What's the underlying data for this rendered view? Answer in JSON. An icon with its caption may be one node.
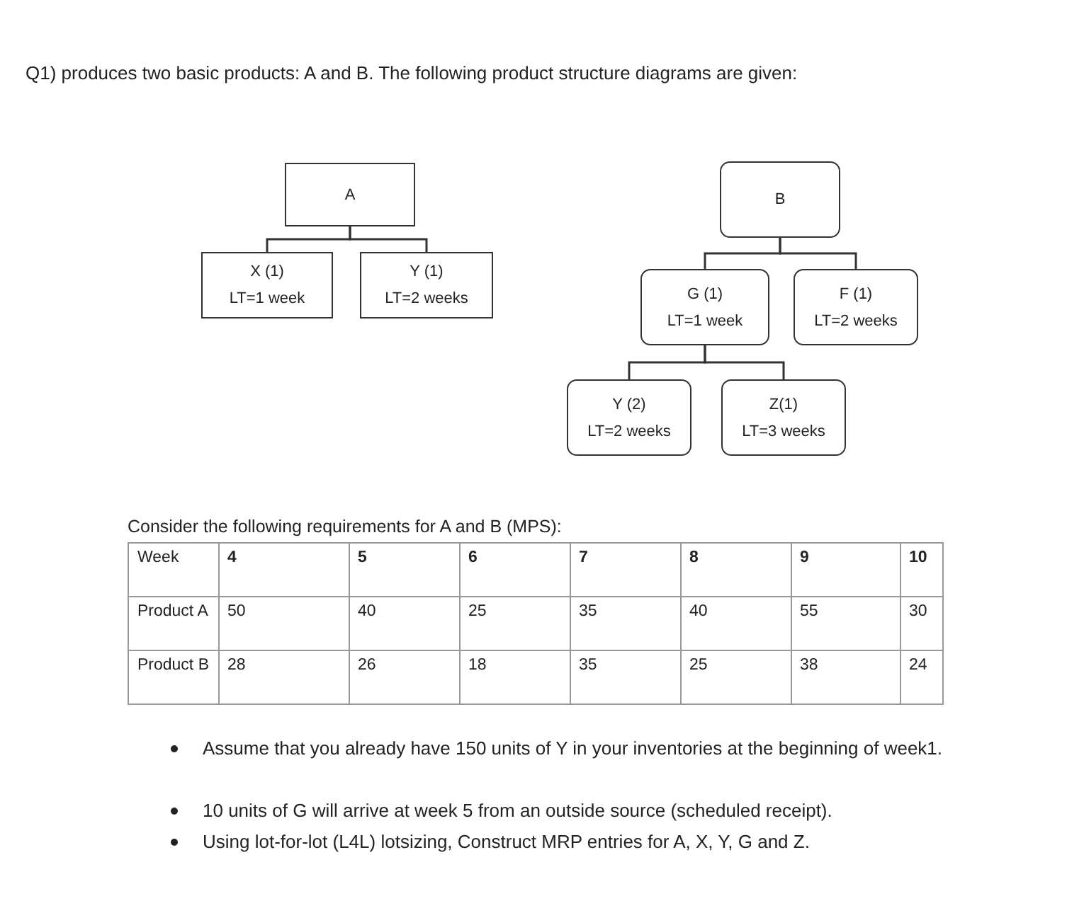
{
  "diagram": {
    "nodes": [
      {
        "text": [
          "A"
        ]
      },
      {
        "text": [
          "X (1)",
          "LT=1 week"
        ]
      },
      {
        "text": [
          "Y (1)",
          "LT=2 weeks"
        ]
      },
      {
        "text": [
          "B"
        ]
      },
      {
        "text": [
          "G (1)",
          "LT=1 week"
        ]
      },
      {
        "text": [
          "F (1)",
          "LT=2 weeks"
        ]
      },
      {
        "text": [
          "Y (2)",
          "LT=2 weeks"
        ]
      },
      {
        "text": [
          "Z(1)",
          "LT=3 weeks"
        ]
      }
    ],
    "edges": [
      {
        "from": 0,
        "to": 1,
        "arrow": "none"
      },
      {
        "from": 0,
        "to": 2,
        "arrow": "none"
      },
      {
        "from": 3,
        "to": 4,
        "arrow": "none"
      },
      {
        "from": 3,
        "to": 5,
        "arrow": "none"
      },
      {
        "from": 4,
        "to": 6,
        "arrow": "none"
      },
      {
        "from": 4,
        "to": 7,
        "arrow": "none"
      }
    ],
    "labels": [
      "Q1) produces two basic products: A and B. The following product structure diagrams are given:",
      "Consider the following requirements for A and B  (MPS):",
      "Week",
      "4",
      "5",
      "6",
      "7",
      "8",
      "9",
      "10",
      "Product A",
      "50",
      "40",
      "25",
      "35",
      "40",
      "55",
      "30",
      "Product B",
      "28",
      "26",
      "18",
      "35",
      "25",
      "38",
      "24",
      "Assume that you already have 150 units of Y in your inventories at the beginning of week1.",
      "10 units of G will arrive at week 5 from an outside source (scheduled receipt).",
      "Using lot-for-lot (L4L) lotsizing, Construct MRP entries for A, X, Y, G and Z."
    ]
  }
}
